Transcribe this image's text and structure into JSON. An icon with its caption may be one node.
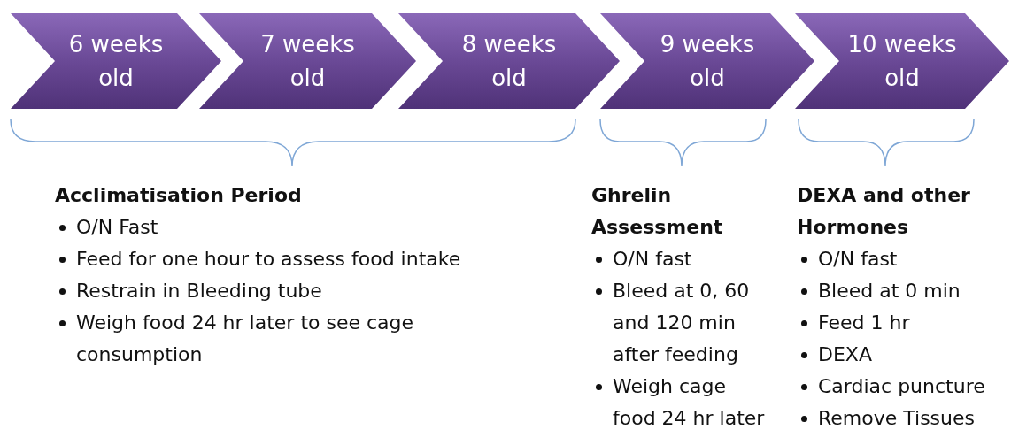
{
  "diagram": {
    "nodes": [
      {
        "text": [
          "6 weeks old"
        ]
      },
      {
        "text": [
          "7 weeks old"
        ]
      },
      {
        "text": [
          "8 weeks old"
        ]
      },
      {
        "text": [
          "9 weeks old"
        ]
      },
      {
        "text": [
          "10 weeks old"
        ]
      }
    ],
    "labels": [
      "Acclimatisation Period",
      "O/N Fast",
      "Feed for one hour to assess food intake",
      "Restrain in Bleeding tube",
      "Weigh food 24 hr later to see cage consumption",
      "Ghrelin Assessment",
      "O/N fast",
      "Bleed at 0, 60 and 120 min after feeding",
      "Weigh cage food 24 hr later",
      "DEXA and other Hormones",
      "O/N fast",
      "Bleed at 0 min",
      "Feed 1 hr",
      "DEXA",
      "Cardiac puncture",
      "Remove Tissues"
    ]
  }
}
